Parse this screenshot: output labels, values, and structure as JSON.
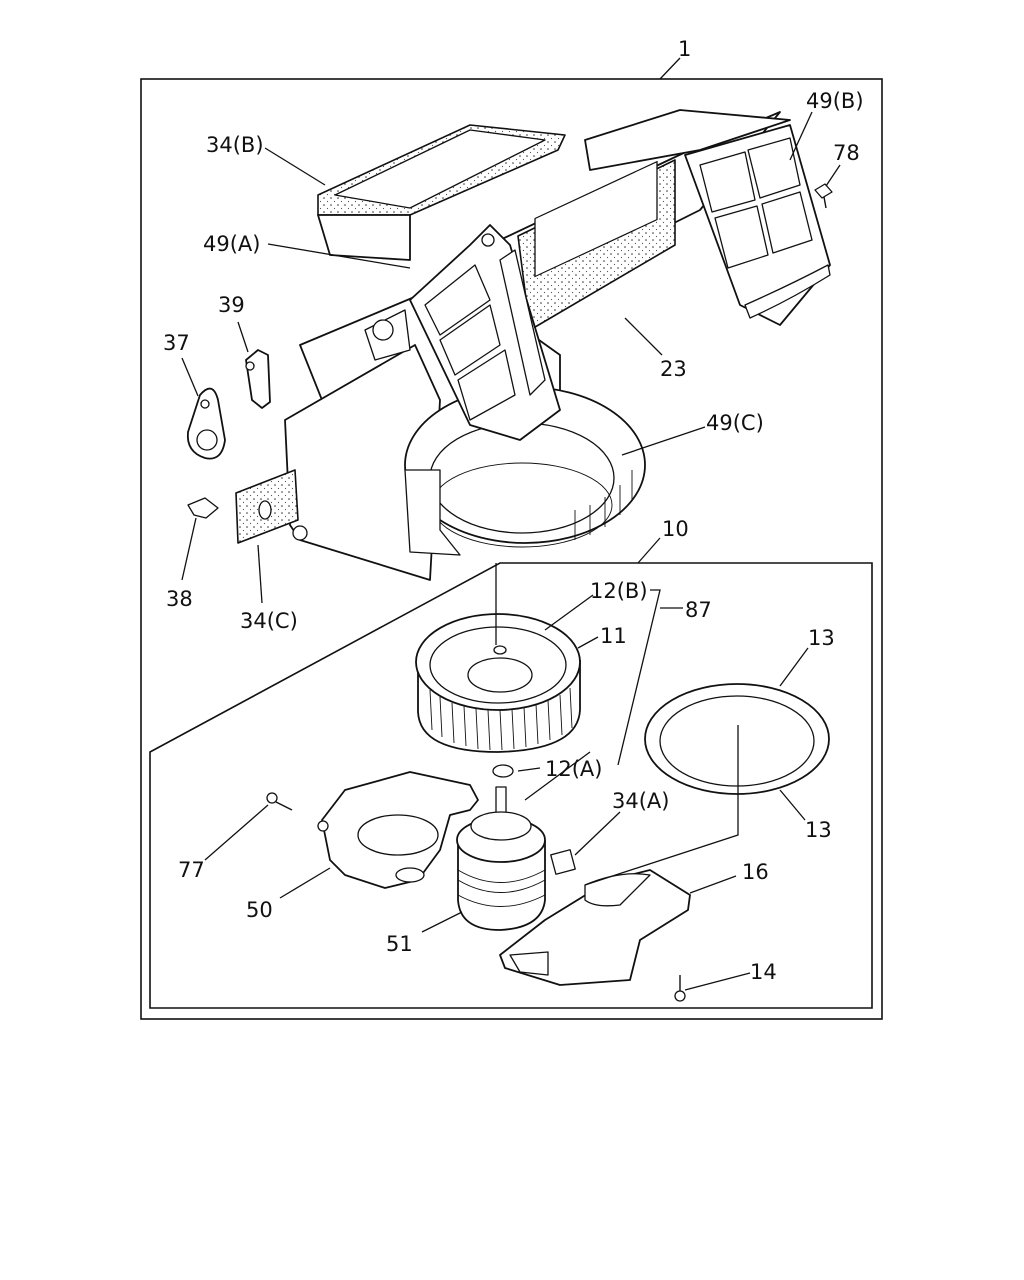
{
  "labels": {
    "l1": "1",
    "l34b": "34(B)",
    "l49a": "49(A)",
    "l49b": "49(B)",
    "l78": "78",
    "l39": "39",
    "l37": "37",
    "l23": "23",
    "l49c": "49(C)",
    "l38": "38",
    "l34c": "34(C)",
    "l10": "10",
    "l12b": "12(B)",
    "l87": "87",
    "l11": "11",
    "l13a": "13",
    "l13b": "13",
    "l12a": "12(A)",
    "l34a": "34(A)",
    "l77": "77",
    "l50": "50",
    "l16": "16",
    "l51": "51",
    "l14": "14"
  },
  "colors": {
    "line": "#111111",
    "background": "#ffffff"
  }
}
